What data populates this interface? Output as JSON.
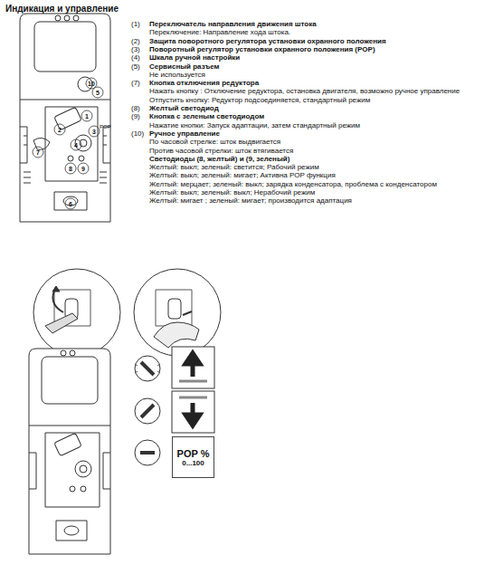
{
  "diagram": {
    "title": "Индикация и управление",
    "nodes": [
      {
        "text": [
          "POP %",
          "0...100"
        ]
      }
    ],
    "labels": [
      "(1)",
      "Переключатель направления движения штока",
      "Переключение: Направление хода штока.",
      "(2)",
      "Защита поворотного регулятора установки охранного положения",
      "(3)",
      "Поворотный регулятор установки охранного положения (POP)",
      "(4)",
      "Шкала ручной настройки",
      "(5)",
      "Сервисный разъем",
      "Не используется",
      "(7)",
      "Кнопка отключения редуктора",
      "Нажать кнопку : Отключение редуктора, остановка двигателя, возможно ручное управление",
      "Отпустить кнопку: Редуктор подсоединяется, стандартный режим",
      "(8)",
      "Желтый светодиод",
      "(9)",
      "Кнопка с зеленым светодиодом",
      "Нажатие кнопки: Запуск адаптации, затем стандартный режим",
      "(10)",
      "Ручное управление",
      "По часовой стрелке: шток выдвигается",
      "Против часовой стрелки: шток втягивается",
      "Светодиоды (8, желтый) и (9, зеленый)",
      "Желтый: выкл; зеленый: светится; Рабочий режим",
      "Желтый: выкл; зеленый: мигает; Активна POP функция",
      "Желтый: мерцает; зеленый: выкл; зарядка конденсатора, проблема с конденсатором",
      "Желтый: выкл; зеленый: выкл; Нерабочий режим",
      "Желтый: мигает ; зеленый: мигает; производится адаптация",
      "1",
      "2",
      "3",
      "4",
      "5",
      "6",
      "7",
      "8",
      "9",
      "10",
      "POP"
    ]
  }
}
